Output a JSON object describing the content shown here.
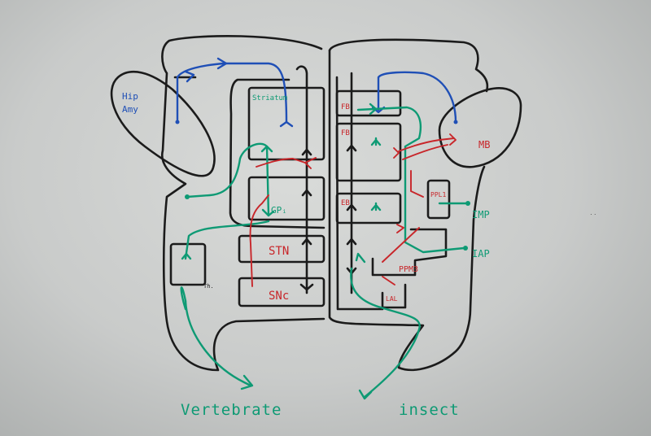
{
  "colors": {
    "board": "#cfd1d0",
    "black_ink": "#1b1b1b",
    "blue_ink": "#1f4fb6",
    "green_ink": "#0e9a74",
    "red_ink": "#c8262a"
  },
  "vertebrate": {
    "hip_amy_line1": "Hip",
    "hip_amy_line2": "Amy",
    "striatum": "Striatum",
    "gp": "GPᵢ",
    "stn": "STN",
    "snc": "SNc",
    "thalamus": "Th.",
    "caption": "Vertebrate"
  },
  "insect": {
    "fb_top": "FB",
    "fb_mid": "FB",
    "eb": "EB",
    "ppl1": "PPL1",
    "ppm3": "PPM3",
    "lal": "LAL",
    "mb": "MB",
    "imp": "IMP",
    "iap": "IAP",
    "caption": "insect"
  }
}
